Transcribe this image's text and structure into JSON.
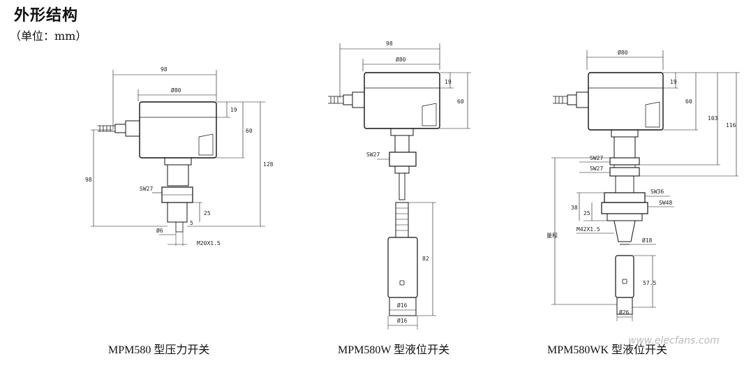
{
  "heading": "外形结构",
  "unit_note": "（单位：mm）",
  "captions": {
    "left": "MPM580 型压力开关",
    "middle": "MPM580W 型液位开关",
    "right": "MPM580WK 型液位开关"
  },
  "watermark": "www.elecfans.com",
  "dims": {
    "left": {
      "w98": "98",
      "w80": "Ø80",
      "h19": "19",
      "h60": "60",
      "h128": "128",
      "h98": "98",
      "sw27": "SW27",
      "h25": "25",
      "d6": "Ø6",
      "m20": "M20X1.5",
      "five": "5"
    },
    "middle": {
      "w98": "98",
      "w80": "Ø80",
      "h19": "19",
      "h60": "60",
      "sw27": "SW27",
      "h82": "82",
      "d16a": "Ø16",
      "d16b": "Ø16"
    },
    "right": {
      "w80": "Ø80",
      "h19": "19",
      "h60": "60",
      "h103": "103",
      "h116": "116",
      "sw27a": "SW27",
      "sw27b": "SW27",
      "sw36": "SW36",
      "sw48": "SW48",
      "h38": "38",
      "h25": "25",
      "m42": "M42X1.5",
      "d18": "Ø18",
      "d57": "57.5",
      "d26": "Ø26",
      "range": "量程"
    }
  }
}
